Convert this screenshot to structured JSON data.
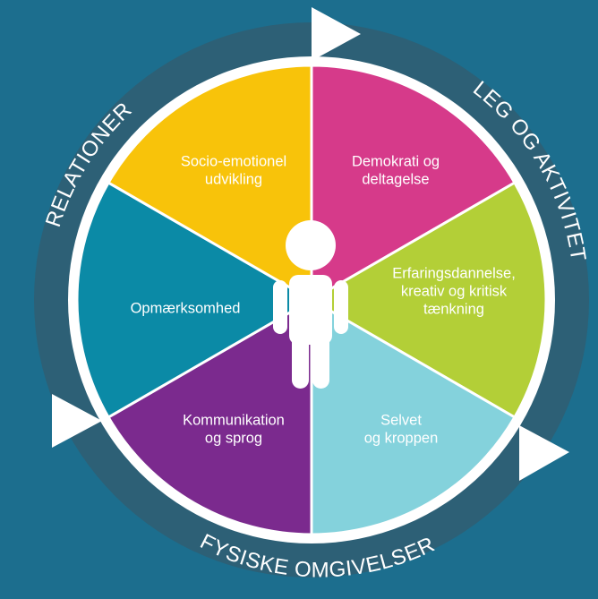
{
  "ring_labels": {
    "top_left": "RELATIONER",
    "top_right": "LEG OG AKTIVITET",
    "bottom": "FYSISKE OMGIVELSER"
  },
  "segments": [
    {
      "lines": [
        "Socio-emotionel",
        "udvikling"
      ],
      "color": "#d63a8a"
    },
    {
      "lines": [
        "Demokrati og",
        "deltagelse"
      ],
      "color": "#b3cf37"
    },
    {
      "lines": [
        "Erfaringsdannelse,",
        "kreativ og kritisk",
        "tænkning"
      ],
      "color": "#84d2dc"
    },
    {
      "lines": [
        "Selvet",
        "og kroppen"
      ],
      "color": "#7b2a8e"
    },
    {
      "lines": [
        "Kommunikation",
        "og sprog"
      ],
      "color": "#0b8aa6"
    },
    {
      "lines": [
        "Opmærksomhed"
      ],
      "color": "#f8c30a"
    }
  ],
  "colors": {
    "background": "#1c6e8e",
    "ring": "#2d6076",
    "divider": "#ffffff",
    "arrow": "#ffffff",
    "figure": "#ffffff"
  },
  "icons": {
    "arrows": "play-triangle-icon",
    "center": "child-figure-icon"
  }
}
